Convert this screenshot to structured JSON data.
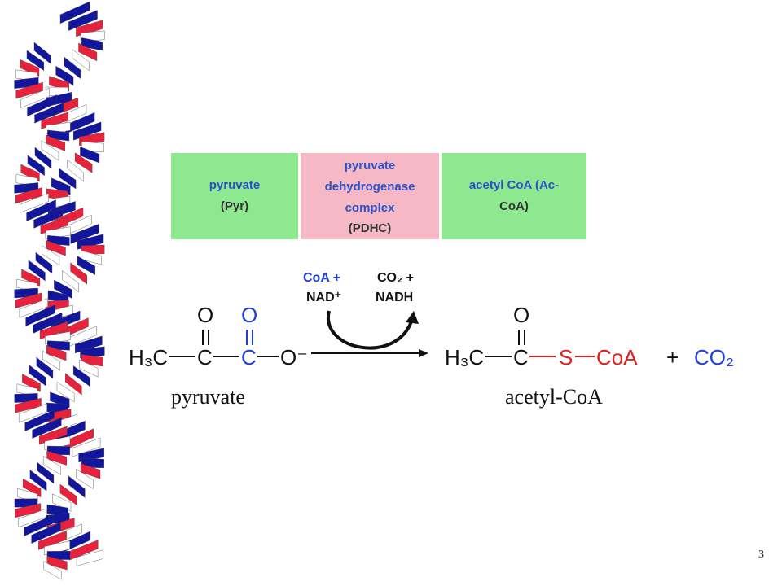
{
  "colors": {
    "ribbon_blue": "#12169c",
    "ribbon_red": "#e8223c",
    "ribbon_white": "#ffffff",
    "cell_green": "#8ee890",
    "cell_pink": "#f6b8c4",
    "label_blue": "#2a52c9",
    "label_dark": "#333333",
    "red": "#e02020",
    "blue": "#1f3de0",
    "black": "#111111"
  },
  "table": {
    "cells": [
      {
        "lines": [
          "pyruvate",
          "(Pyr)"
        ]
      },
      {
        "lines": [
          "pyruvate",
          "dehydrogenase",
          "complex",
          "(PDHC)"
        ]
      },
      {
        "lines": [
          "acetyl CoA (Ac-",
          "CoA)"
        ]
      }
    ]
  },
  "cofactors": {
    "in_line1": "CoA +",
    "in_line2": "NAD⁺",
    "out_line1": "CO₂ +",
    "out_line2": "NADH"
  },
  "reactant": {
    "h3c": "H₃C",
    "carbon": "C",
    "oxygen": "O",
    "oxide": "O⁻",
    "name": "pyruvate"
  },
  "product": {
    "h3c": "H₃C",
    "carbon": "C",
    "oxygen": "O",
    "sulfur": "S",
    "coa": "CoA",
    "name": "acetyl-CoA"
  },
  "byproduct": {
    "plus": "+",
    "co2": "CO₂"
  },
  "page_number": "3"
}
